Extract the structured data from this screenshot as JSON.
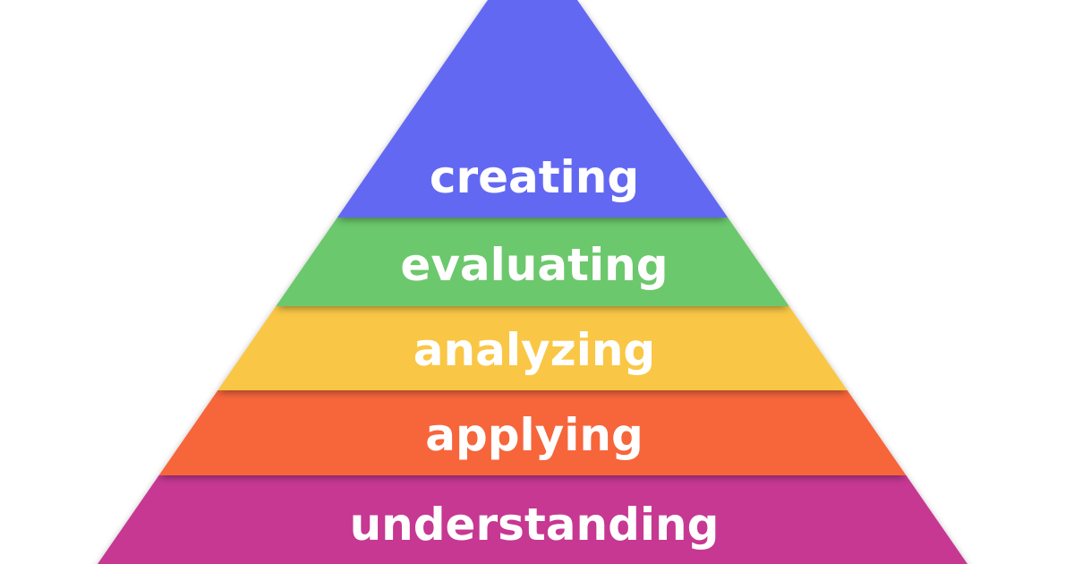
{
  "pyramid": {
    "levels": [
      {
        "label": "creating",
        "color": "#6467f2"
      },
      {
        "label": "evaluating",
        "color": "#6cc86c"
      },
      {
        "label": "analyzing",
        "color": "#f9c744"
      },
      {
        "label": "applying",
        "color": "#f7653b"
      },
      {
        "label": "understanding",
        "color": "#c63892"
      }
    ]
  }
}
